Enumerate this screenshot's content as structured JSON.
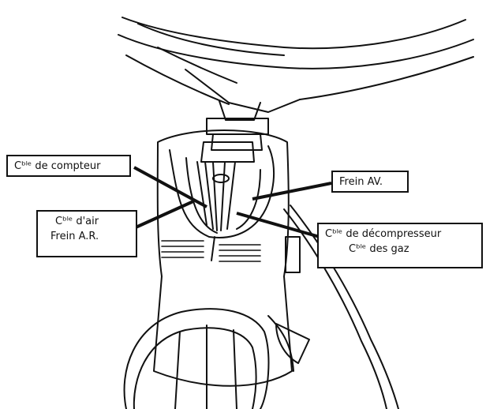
{
  "labels": {
    "speedo": {
      "line1": "Cᵇˡᵉ de compteur"
    },
    "air_rear": {
      "line1": "Cᵇˡᵉ d'air",
      "line2": "Frein  A.R."
    },
    "front_brake": {
      "line1": "Frein  AV."
    },
    "decomp_gas": {
      "line1": "Cᵇˡᵉ de décompresseur",
      "line2": "Cᵇˡᵉ des gaz"
    }
  },
  "colors": {
    "ink": "#111111",
    "paper": "#ffffff"
  }
}
